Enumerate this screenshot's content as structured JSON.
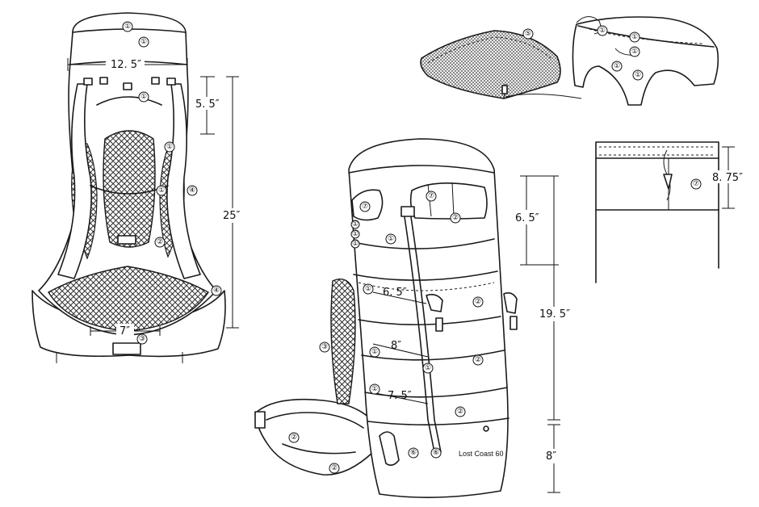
{
  "brand_label": "Lost Coast 60",
  "dimensions": {
    "back_width": "12. 5″",
    "back_upper_height": "5. 5″",
    "back_total_height": "25″",
    "hip_inner_width": "7″",
    "top_section_height": "6. 5″",
    "front_width_1": "6. 5″",
    "front_width_2": "8″",
    "front_width_3": "7. 5″",
    "main_height": "19. 5″",
    "bottom_height": "8″",
    "pocket_height": "8. 75″"
  },
  "callouts": {
    "c1": "①",
    "c2": "②",
    "c3": "③",
    "c4": "④",
    "c5": "⑤",
    "c6": "⑥",
    "c7": "⑦"
  }
}
